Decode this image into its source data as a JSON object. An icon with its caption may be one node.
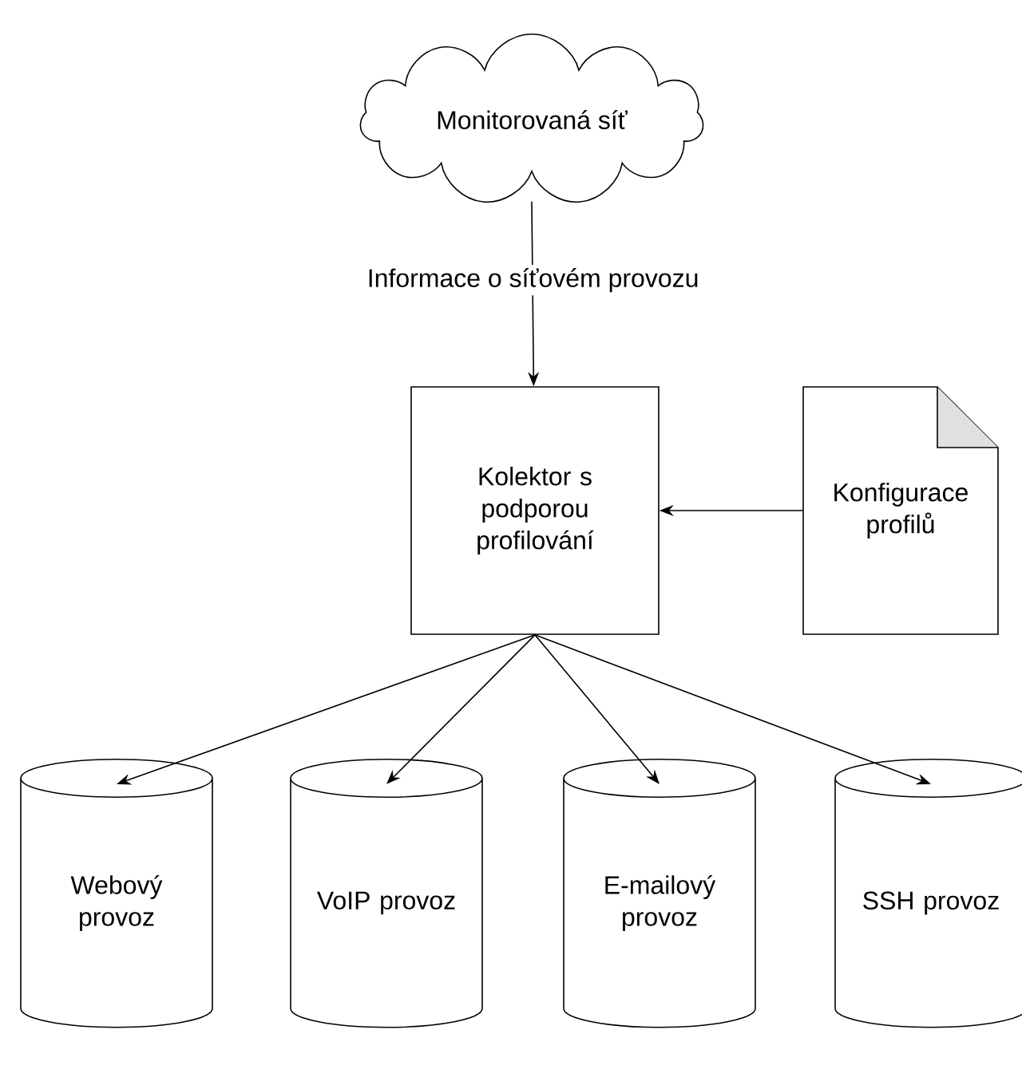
{
  "diagram": {
    "nodes": [
      {
        "text": [
          "Monitorovaná síť"
        ]
      },
      {
        "text": [
          "Kolektor s podporou profilování"
        ]
      },
      {
        "text": [
          "Konfigurace profilů"
        ]
      },
      {
        "text": [
          "Webový provoz"
        ]
      },
      {
        "text": [
          "VoIP provoz"
        ]
      },
      {
        "text": [
          "E-mailový provoz"
        ]
      },
      {
        "text": [
          "SSH provoz"
        ]
      }
    ],
    "edges": [
      {
        "from": 0,
        "to": 1,
        "arrow": "to",
        "label": "Informace o síťovém provozu"
      },
      {
        "from": 2,
        "to": 1,
        "arrow": "to"
      },
      {
        "from": 1,
        "to": 3,
        "arrow": "to"
      },
      {
        "from": 1,
        "to": 4,
        "arrow": "to"
      },
      {
        "from": 1,
        "to": 5,
        "arrow": "to"
      },
      {
        "from": 1,
        "to": 6,
        "arrow": "to"
      }
    ]
  }
}
